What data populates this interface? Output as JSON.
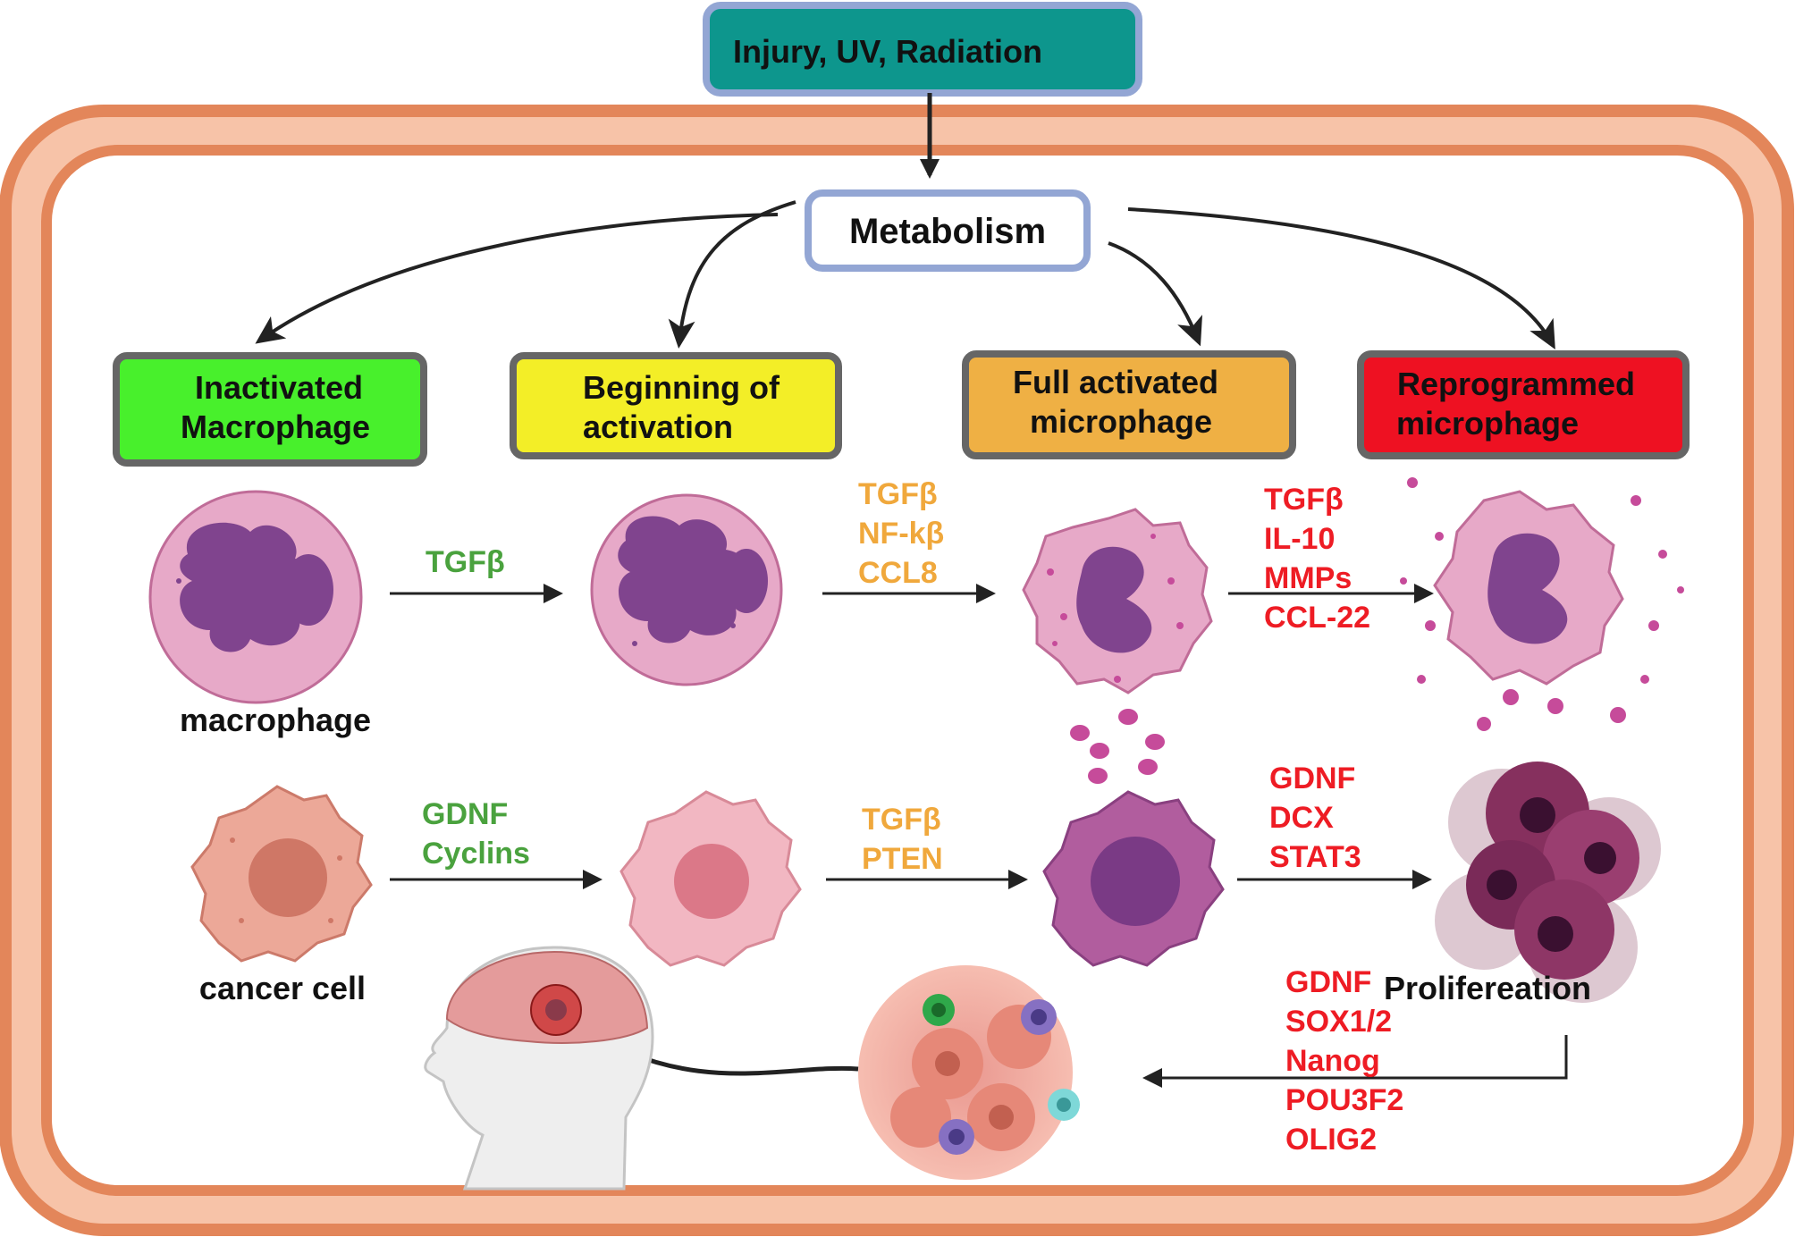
{
  "top_box": {
    "label": "Injury, UV, Radiation",
    "fill": "#0d968d"
  },
  "metabolism": {
    "label": "Metabolism"
  },
  "stages": [
    {
      "line1": "Inactivated",
      "line2": "Macrophage",
      "fill": "#48f02c"
    },
    {
      "line1": "Beginning of",
      "line2": "activation",
      "fill": "#f3ee27"
    },
    {
      "line1": "Full activated",
      "line2": "microphage",
      "fill": "#efb044"
    },
    {
      "line1": "Reprogrammed",
      "line2": "microphage",
      "fill": "#ee1122"
    }
  ],
  "row1": {
    "arrow1_labels": [
      "TGFβ"
    ],
    "arrow2_labels": [
      "TGFβ",
      "NF-kβ",
      "CCL8"
    ],
    "arrow3_labels": [
      "TGFβ",
      "IL-10",
      "MMPs",
      "CCL-22"
    ],
    "cell_caption": "macrophage"
  },
  "row2": {
    "arrow1_labels": [
      "GDNF",
      "Cyclins"
    ],
    "arrow2_labels": [
      "TGFβ",
      "PTEN"
    ],
    "arrow3_labels": [
      "GDNF",
      "DCX",
      "STAT3"
    ],
    "cell_caption": "cancer cell",
    "proliferation_caption": "Prolifereation"
  },
  "bottom_labels": [
    "GDNF",
    "SOX1/2",
    "Nanog",
    "POU3F2",
    "OLIG2"
  ],
  "colors": {
    "green_text": "#4aa23e",
    "orange_text": "#f0a83c",
    "red_text": "#ee1c24",
    "frame": "#e3865a",
    "frame_fill": "#f7c3a8"
  },
  "icons": [
    "macrophage-cell-icon",
    "activating-cell-icon",
    "activated-cell-icon",
    "reprogrammed-cell-icon",
    "cancer-cell-icon",
    "tumor-cluster-icon",
    "tumor-microenvironment-icon",
    "human-head-brain-icon"
  ]
}
